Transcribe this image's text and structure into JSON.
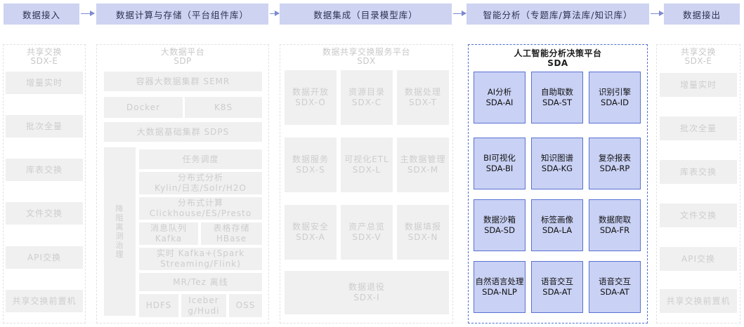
{
  "header": [
    {
      "label": "数据接入"
    },
    {
      "label": "数据计算与存储（平台组件库）"
    },
    {
      "label": "数据集成（目录模型库）"
    },
    {
      "label": "智能分析（专题库/算法库/知识库）"
    },
    {
      "label": "数据接出"
    }
  ],
  "sdx_e": {
    "title": "共享交换",
    "code": "SDX-E",
    "items": [
      "增量实时",
      "批次全量",
      "库表交换",
      "文件交换",
      "API交换",
      "共享交换前置机"
    ]
  },
  "sdp": {
    "title": "大数据平台",
    "code": "SDP",
    "semr": "容器大数据集群 SEMR",
    "docker": "Docker",
    "k8s": "K8S",
    "sdps": "大数据基础集群 SDPS",
    "side_chars": [
      "降",
      "阻",
      "离",
      "测",
      "治",
      "理"
    ],
    "task": "任务调度",
    "analysis_1": "分布式分析",
    "analysis_2": "Kylin/日志/Solr/H2O",
    "compute_1": "分布式计算",
    "compute_2": "Clickhouse/ES/Presto",
    "mq_1": "消息队列",
    "mq_2": "Kafka",
    "table_1": "表格存储",
    "table_2": "HBase",
    "rt_1": "实时 Kafka+(Spark",
    "rt_2": "Streaming/Flink)",
    "mr": "MR/Tez 离线",
    "hdfs": "HDFS",
    "iceberg_1": "Iceber",
    "iceberg_2": "g/Hudi",
    "oss": "OSS"
  },
  "sdx": {
    "title": "数据共享交换服务平台",
    "code": "SDX",
    "items": [
      {
        "name": "数据开放",
        "code": "SDX-O"
      },
      {
        "name": "资源目录",
        "code": "SDX-C"
      },
      {
        "name": "数据处理",
        "code": "SDX-T"
      },
      {
        "name": "数据服务",
        "code": "SDX-S"
      },
      {
        "name": "可视化ETL",
        "code": "SDX-L"
      },
      {
        "name": "主数据管理",
        "code": "SDX-M"
      },
      {
        "name": "数据安全",
        "code": "SDX-A"
      },
      {
        "name": "资产总览",
        "code": "SDX-V"
      },
      {
        "name": "数据填报",
        "code": "SDX-N"
      }
    ],
    "bottom": {
      "name": "数据退役",
      "code": "SDX-I"
    }
  },
  "sda": {
    "title": "人工智能分析决策平台",
    "code": "SDA",
    "items": [
      {
        "name": "AI分析",
        "code": "SDA-AI"
      },
      {
        "name": "自助取数",
        "code": "SDA-ST"
      },
      {
        "name": "识别引擎",
        "code": "SDA-ID"
      },
      {
        "name": "BI可视化",
        "code": "SDA-BI"
      },
      {
        "name": "知识图谱",
        "code": "SDA-KG"
      },
      {
        "name": "复杂报表",
        "code": "SDA-RP"
      },
      {
        "name": "数据沙箱",
        "code": "SDA-SD"
      },
      {
        "name": "标签画像",
        "code": "SDA-LA"
      },
      {
        "name": "数据爬取",
        "code": "SDA-FR"
      },
      {
        "name": "自然语言处理",
        "code": "SDA-NLP"
      },
      {
        "name": "语音交互",
        "code": "SDA-AT"
      },
      {
        "name": "语音交互",
        "code": "SDA-AT"
      }
    ]
  },
  "sdx_e_out": {
    "title": "共享交换",
    "code": "SDX-E",
    "items": [
      "增量实时",
      "批次全量",
      "库表交换",
      "文件交换",
      "API交换",
      "共享交换前置机"
    ]
  },
  "colors": {
    "header_bg": "#cdd3f1",
    "active_border": "#4f6fd6",
    "active_box": "#c9d1f4",
    "faded_box": "#f0f0f0"
  }
}
